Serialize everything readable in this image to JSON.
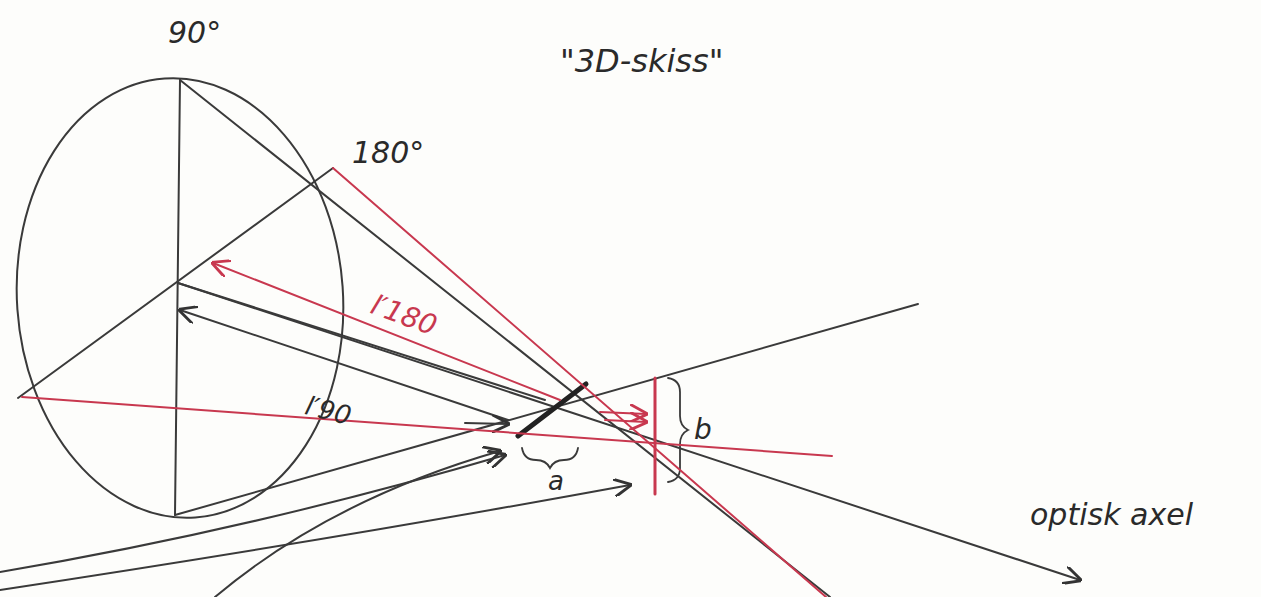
{
  "diagram": {
    "title": "\"3D-skiss\"",
    "labels": [
      "90°",
      "180°",
      "l′180",
      "l′90",
      "a",
      "b",
      "optisk axel"
    ]
  }
}
